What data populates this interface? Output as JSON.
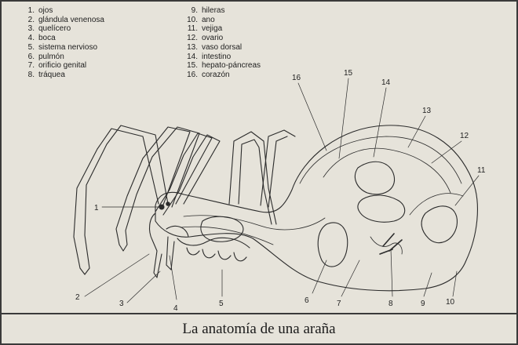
{
  "legend": [
    {
      "num": "1.",
      "label": "ojos"
    },
    {
      "num": "2.",
      "label": "glándula venenosa"
    },
    {
      "num": "3.",
      "label": "quelícero"
    },
    {
      "num": "4.",
      "label": "boca"
    },
    {
      "num": "5.",
      "label": "sistema nervioso"
    },
    {
      "num": "6.",
      "label": "pulmón"
    },
    {
      "num": "7.",
      "label": "orificio genital"
    },
    {
      "num": "8.",
      "label": "tráquea"
    },
    {
      "num": "9.",
      "label": "hileras"
    },
    {
      "num": "10.",
      "label": "ano"
    },
    {
      "num": "11.",
      "label": "vejiga"
    },
    {
      "num": "12.",
      "label": "ovario"
    },
    {
      "num": "13.",
      "label": "vaso dorsal"
    },
    {
      "num": "14.",
      "label": "intestino"
    },
    {
      "num": "15.",
      "label": "hepato-páncreas"
    },
    {
      "num": "16.",
      "label": "corazón"
    }
  ],
  "callouts": [
    "1",
    "2",
    "3",
    "4",
    "5",
    "6",
    "7",
    "8",
    "9",
    "10",
    "11",
    "12",
    "13",
    "14",
    "15",
    "16"
  ],
  "caption": "La anatomía de una araña"
}
